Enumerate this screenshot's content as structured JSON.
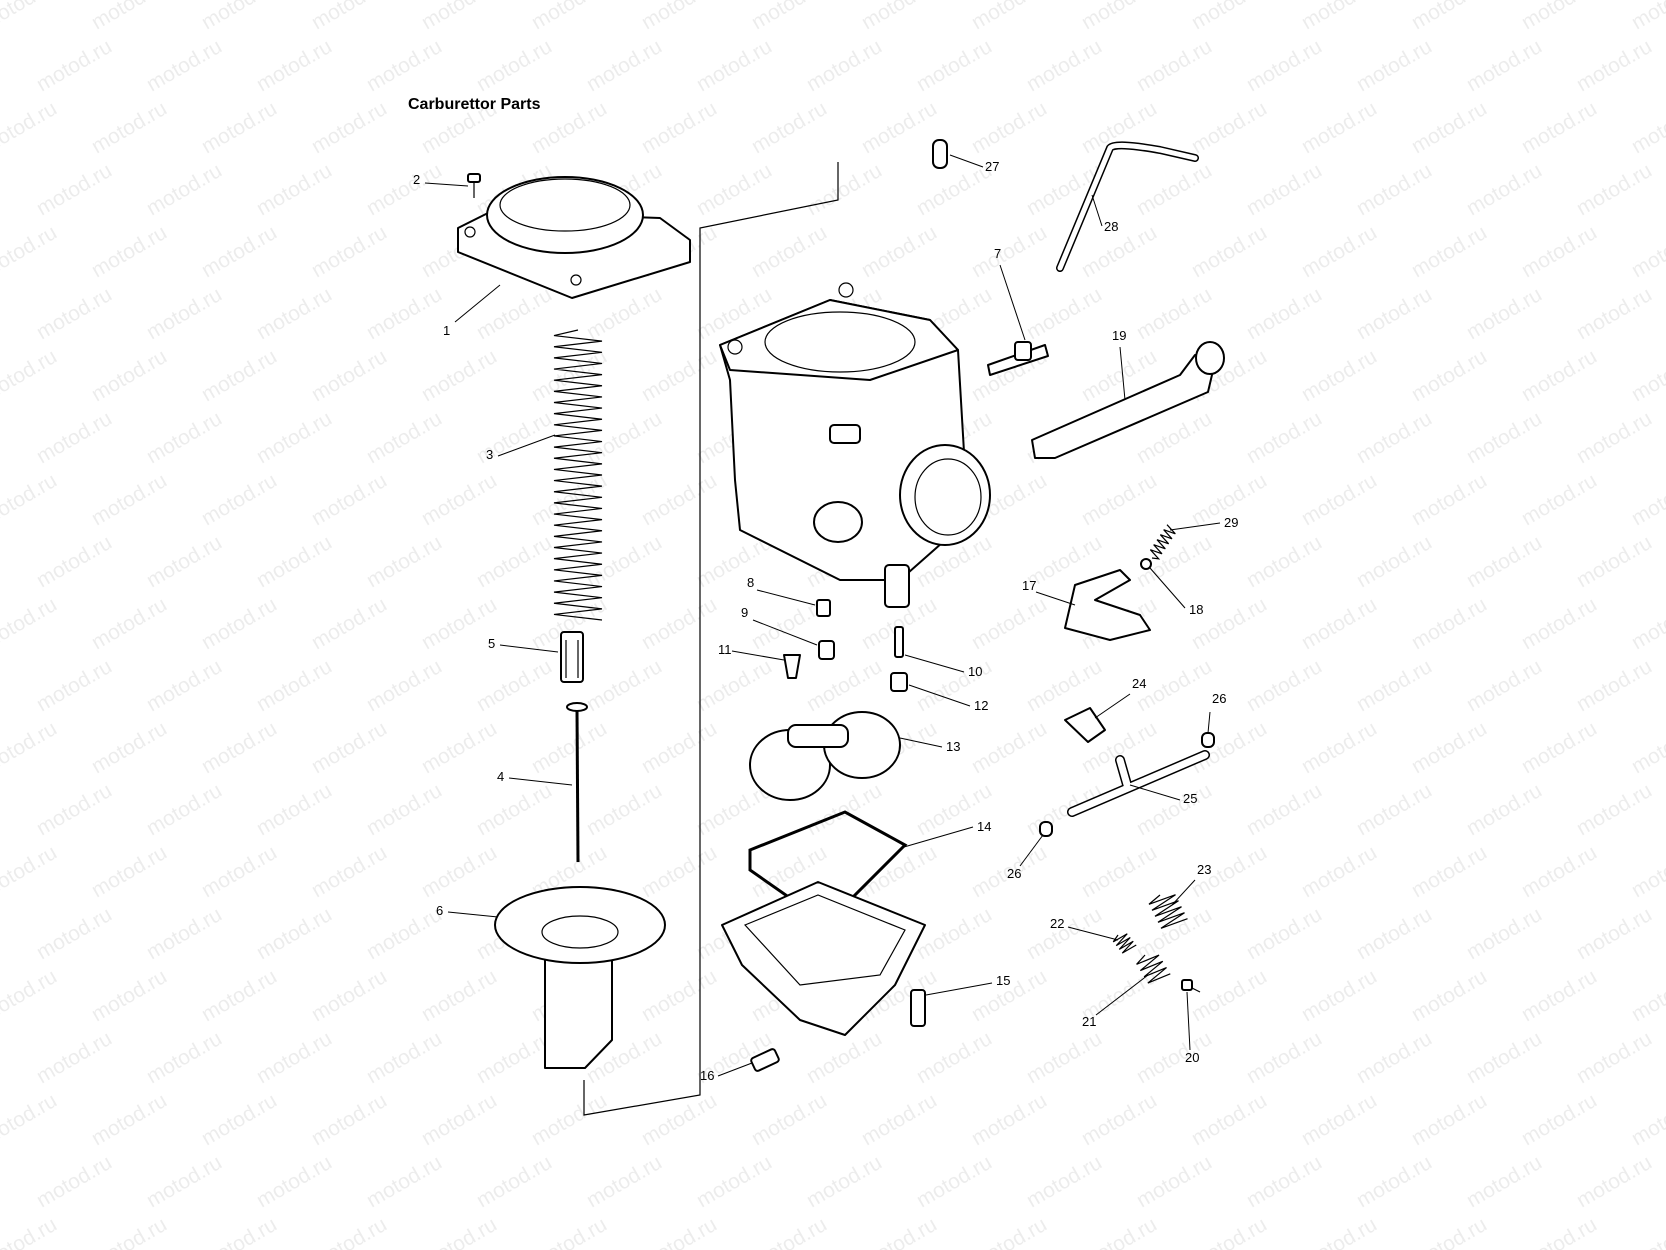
{
  "title": "Carburettor Parts",
  "watermark": "motod.ru",
  "callouts": [
    {
      "id": "1",
      "label": "1"
    },
    {
      "id": "2",
      "label": "2"
    },
    {
      "id": "3",
      "label": "3"
    },
    {
      "id": "4",
      "label": "4"
    },
    {
      "id": "5",
      "label": "5"
    },
    {
      "id": "6",
      "label": "6"
    },
    {
      "id": "7",
      "label": "7"
    },
    {
      "id": "8",
      "label": "8"
    },
    {
      "id": "9",
      "label": "9"
    },
    {
      "id": "10",
      "label": "10"
    },
    {
      "id": "11",
      "label": "11"
    },
    {
      "id": "12",
      "label": "12"
    },
    {
      "id": "13",
      "label": "13"
    },
    {
      "id": "14",
      "label": "14"
    },
    {
      "id": "15",
      "label": "15"
    },
    {
      "id": "16",
      "label": "16"
    },
    {
      "id": "17",
      "label": "17"
    },
    {
      "id": "18",
      "label": "18"
    },
    {
      "id": "19",
      "label": "19"
    },
    {
      "id": "20",
      "label": "20"
    },
    {
      "id": "21",
      "label": "21"
    },
    {
      "id": "22",
      "label": "22"
    },
    {
      "id": "23",
      "label": "23"
    },
    {
      "id": "24",
      "label": "24"
    },
    {
      "id": "25",
      "label": "25"
    },
    {
      "id": "26a",
      "label": "26"
    },
    {
      "id": "26b",
      "label": "26"
    },
    {
      "id": "27",
      "label": "27"
    },
    {
      "id": "28",
      "label": "28"
    },
    {
      "id": "29",
      "label": "29"
    }
  ]
}
